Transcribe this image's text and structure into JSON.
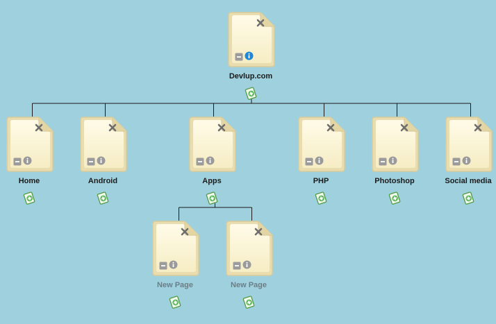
{
  "sitemap": {
    "root": {
      "label": "Devlup.com"
    },
    "level1": [
      {
        "label": "Home"
      },
      {
        "label": "Android"
      },
      {
        "label": "Apps"
      },
      {
        "label": "PHP"
      },
      {
        "label": "Photoshop"
      },
      {
        "label": "Social media"
      }
    ],
    "apps_children": [
      {
        "label": "New Page"
      },
      {
        "label": "New Page"
      }
    ]
  },
  "icons": {
    "page": "page-icon",
    "close": "close-icon",
    "collapse": "collapse-icon",
    "info": "info-icon",
    "add": "add-page-icon"
  },
  "colors": {
    "background": "#9fd0de",
    "page_fill": "#fdf6d9",
    "page_border": "#d9cc9c",
    "info_active": "#1e88d6",
    "info_inactive": "#9a9a9a",
    "add_green": "#5cb85c",
    "connector": "#1a1a1a"
  }
}
